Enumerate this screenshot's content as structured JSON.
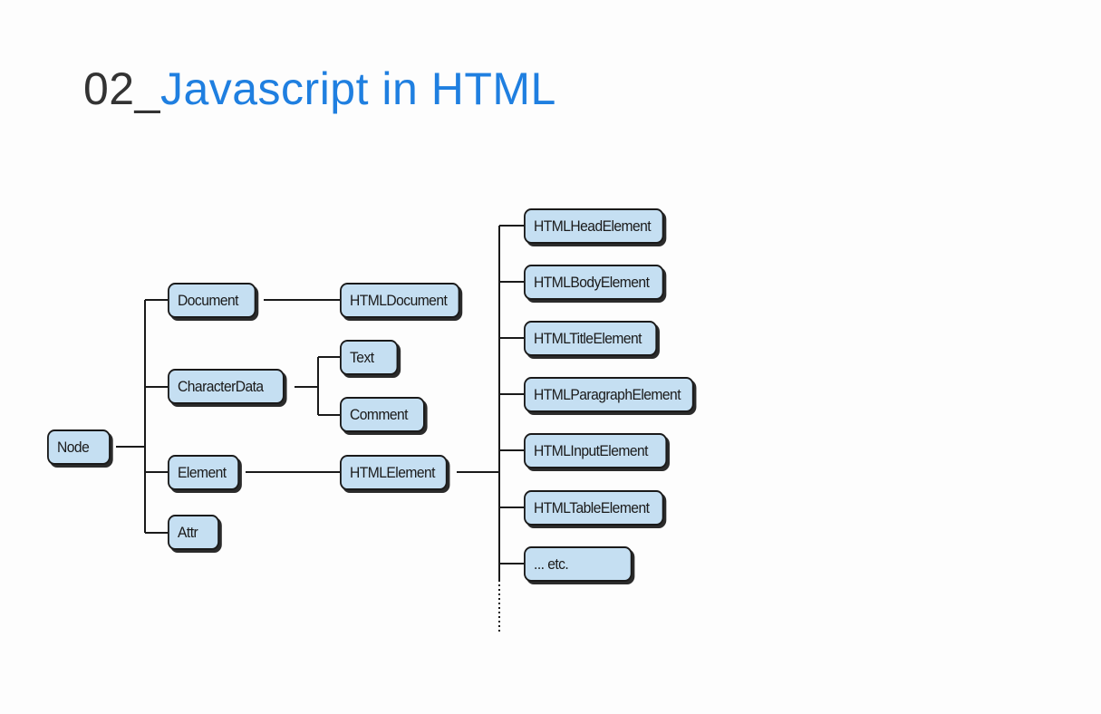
{
  "slide": {
    "title_number": "02_",
    "title_text": "Javascript in HTML"
  },
  "diagram": {
    "nodes": {
      "node": "Node",
      "document": "Document",
      "html_document": "HTMLDocument",
      "character_data": "CharacterData",
      "text": "Text",
      "comment": "Comment",
      "element": "Element",
      "html_element": "HTMLElement",
      "attr": "Attr",
      "html_head_element": "HTMLHeadElement",
      "html_body_element": "HTMLBodyElement",
      "html_title_element": "HTMLTitleElement",
      "html_paragraph_element": "HTMLParagraphElement",
      "html_input_element": "HTMLInputElement",
      "html_table_element": "HTMLTableElement",
      "etc": "... etc."
    },
    "colors": {
      "box_fill": "#c5dff2",
      "box_border": "#1a1a1a",
      "title_accent": "#1f7fe0",
      "title_number": "#333333"
    }
  }
}
